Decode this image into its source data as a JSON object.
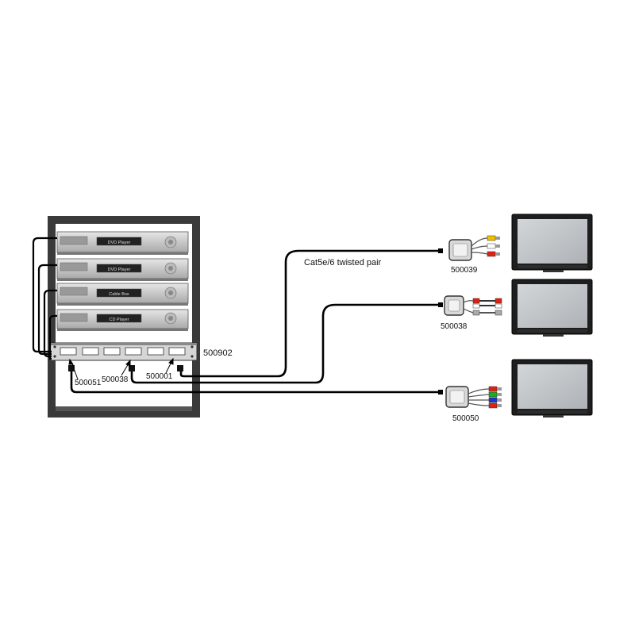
{
  "rack": {
    "devices": [
      {
        "label": "DVD Player"
      },
      {
        "label": "DVD Player"
      },
      {
        "label": "Cable Box"
      },
      {
        "label": "CD Player"
      }
    ],
    "panel_label": "500902",
    "module_labels": {
      "left": "500051",
      "middle": "500038",
      "right": "500001"
    }
  },
  "cable_label": "Cat5e/6 twisted pair",
  "receivers": [
    {
      "label": "500039"
    },
    {
      "label": "500038"
    },
    {
      "label": "500050"
    }
  ],
  "colors": {
    "rack": "#333333",
    "device_face": "#c8c8c8",
    "display_panel": "#1a1a1a",
    "screen": "#c0c4c8",
    "cable": "#000000"
  }
}
